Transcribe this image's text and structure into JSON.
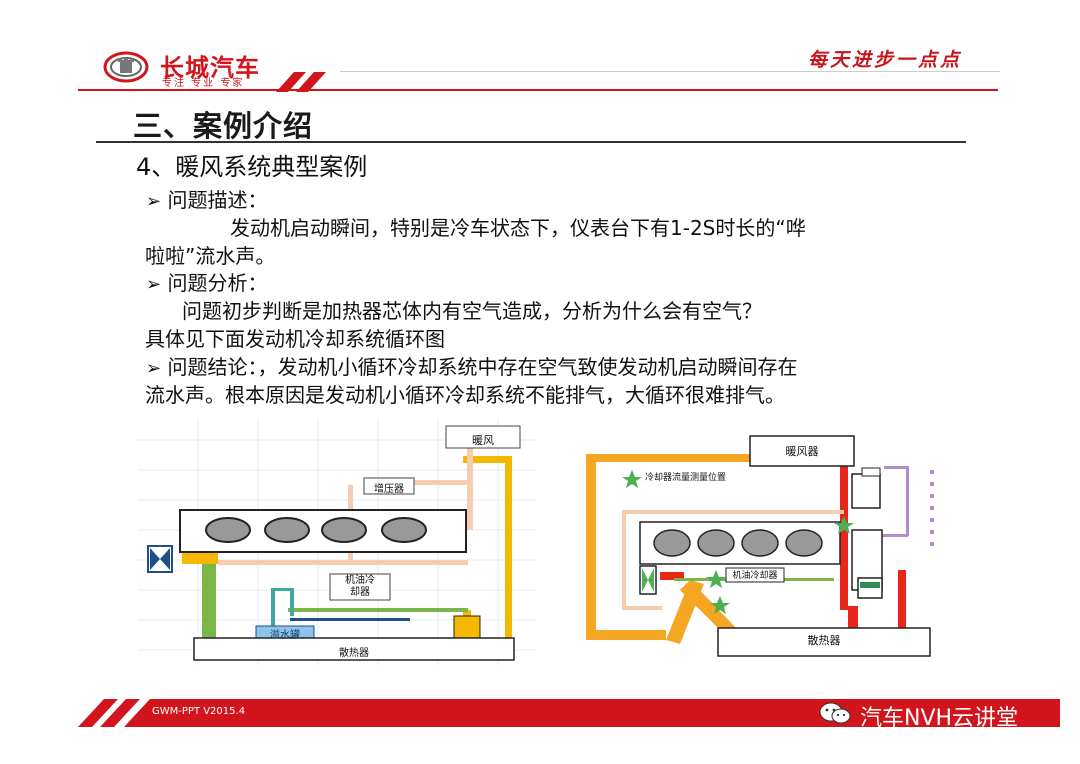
{
  "header": {
    "logo_cn": "长城汽车",
    "logo_sub": "专注 专业 专家",
    "slogan": "每天进步一点点",
    "colors": {
      "brand_red": "#d2141c"
    }
  },
  "title": "三、案例介绍",
  "section": {
    "subtitle": "4、暖风系统典型案例",
    "problem_label": "问题描述：",
    "problem_text_1": "发动机启动瞬间，特别是冷车状态下，仪表台下有1-2S时长的“哗",
    "problem_text_2": "啦啦”流水声。",
    "analysis_label": "问题分析：",
    "analysis_text_1": "问题初步判断是加热器芯体内有空气造成，分析为什么会有空气？",
    "analysis_text_2": "具体见下面发动机冷却系统循环图",
    "conclusion_label": "问题结论：，发动机小循环冷却系统中存在空气致使发动机启动瞬间存在",
    "conclusion_text_2": "流水声。根本原因是发动机小循环冷却系统不能排气，大循环很难排气。",
    "bullet_icon": "arrowhead-bullet-icon"
  },
  "diagram_left": {
    "heater": "暖风",
    "turbo": "增压器",
    "oil_cooler_1": "机油冷",
    "oil_cooler_2": "却器",
    "tank": "溢水罐",
    "radiator": "散热器",
    "colors": {
      "yellow": "#f4b800",
      "peach": "#f7cdb0",
      "green": "#7ab648",
      "teal": "#3fa8a0",
      "blue": "#1f4e8c"
    }
  },
  "diagram_right": {
    "heater": "暖风器",
    "flow_point": "冷却器流量测量位置",
    "oil_cooler": "机油冷却器",
    "radiator": "散热器",
    "colors": {
      "orange": "#f5a623",
      "red": "#e8261c",
      "purple": "#b48ad1",
      "star": "#4caf50"
    }
  },
  "footer": {
    "version": "GWM-PPT V2015.4",
    "brand": "汽车NVH云讲堂"
  }
}
